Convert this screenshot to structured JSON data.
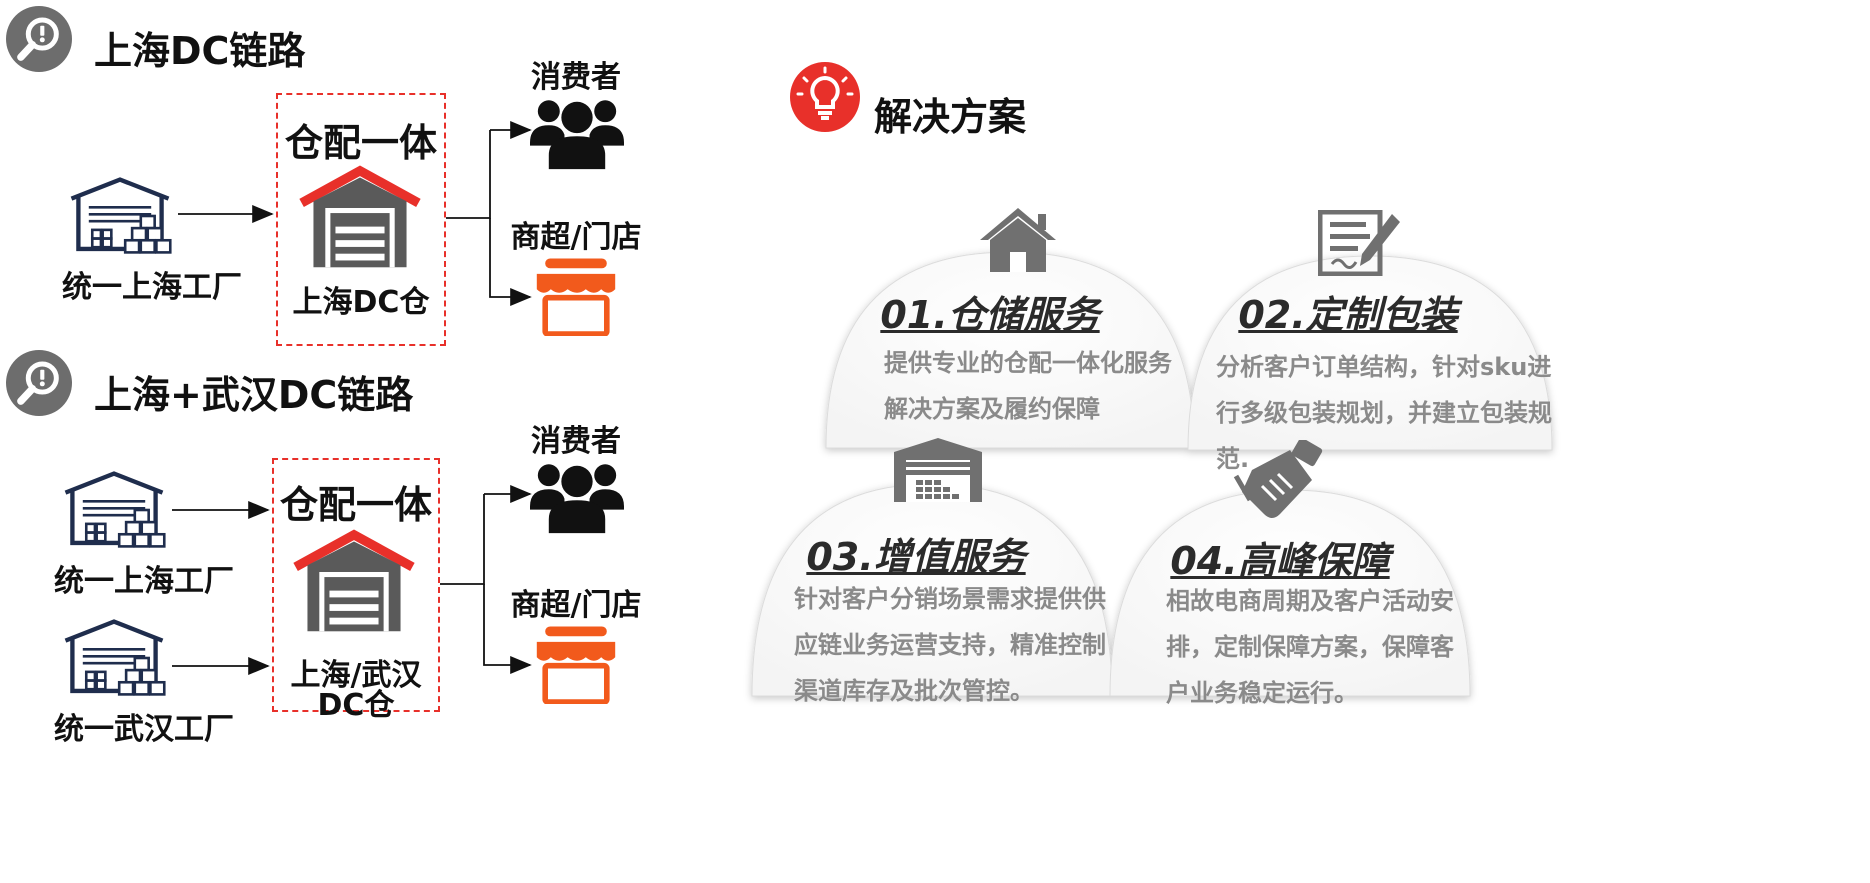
{
  "left": {
    "section1": {
      "title": "上海DC链路",
      "factory_label": "统一上海工厂",
      "box_title": "仓配一体",
      "warehouse_label": "上海DC仓",
      "consumer_label": "消费者",
      "store_label": "商超/门店"
    },
    "section2": {
      "title": "上海+武汉DC链路",
      "factory1_label": "统一上海工厂",
      "factory2_label": "统一武汉工厂",
      "box_title": "仓配一体",
      "warehouse_label_line1": "上海/武汉",
      "warehouse_label_line2": "DC仓",
      "consumer_label": "消费者",
      "store_label": "商超/门店"
    }
  },
  "right": {
    "title": "解决方案",
    "cards": [
      {
        "title": "01.仓储服务",
        "lines": [
          "提供专业的仓配一体化服务",
          "解决方案及履约保障"
        ]
      },
      {
        "title": "02.定制包装",
        "lines": [
          "分析客户订单结构，针对sku进",
          "行多级包装规划，并建立包装规",
          "范."
        ]
      },
      {
        "title": "03.增值服务",
        "lines": [
          "针对客户分销场景需求提供供",
          "应链业务运营支持，精准控制",
          "渠道库存及批次管控。"
        ]
      },
      {
        "title": "04.高峰保障",
        "lines": [
          "相故电商周期及客户活动安",
          "排，定制保障方案，保障客",
          "户业务稳定运行。"
        ]
      }
    ]
  },
  "colors": {
    "accent_red": "#e8302a",
    "store_orange": "#f25a1c",
    "icon_gray": "#6b6b6b",
    "navy": "#1f2d4d"
  },
  "icons": [
    "search-icon",
    "lightbulb-icon",
    "factory-icon",
    "warehouse-icon",
    "people-icon",
    "store-icon",
    "house-icon",
    "document-pen-icon",
    "handshake-icon"
  ]
}
